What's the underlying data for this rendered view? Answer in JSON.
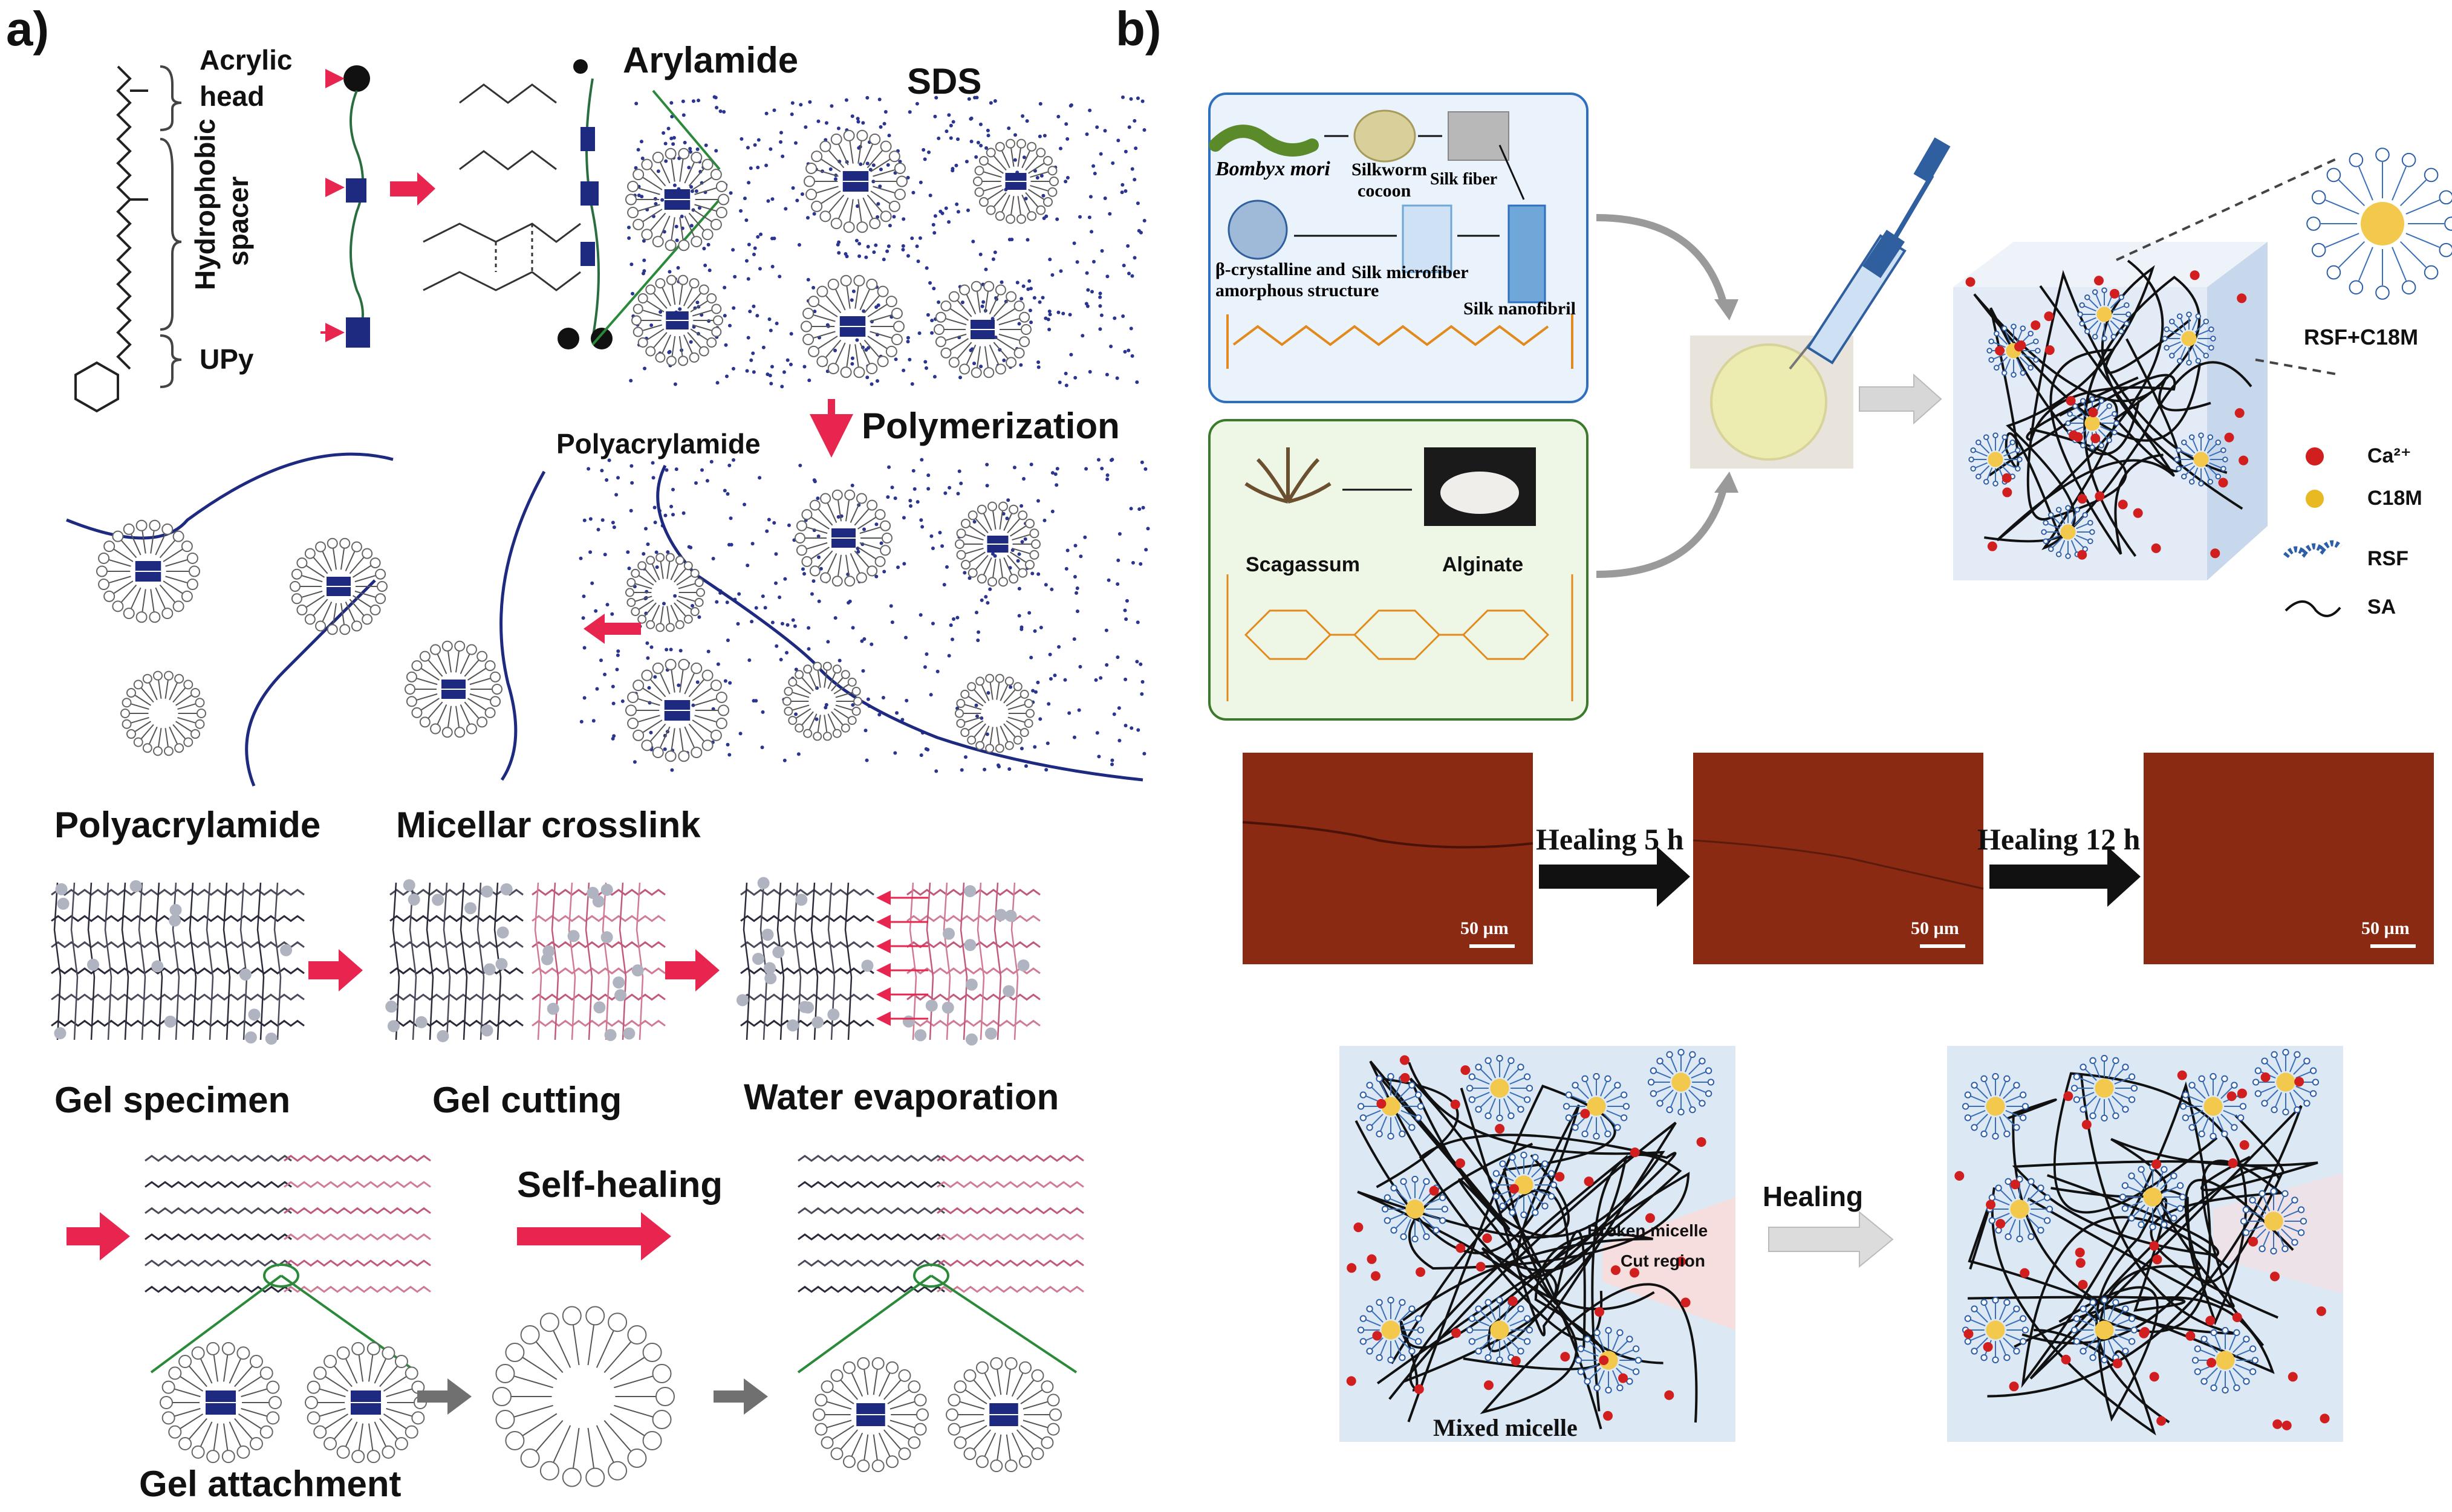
{
  "figure": {
    "panel_a": {
      "tag": "a)",
      "acrylic_head": [
        "Acrylic",
        "head"
      ],
      "hydrophobic_spacer": [
        "Hydrophobic",
        "spacer"
      ],
      "upy": "UPy",
      "arylamide": "Arylamide",
      "sds": "SDS",
      "polymerization": "Polymerization",
      "polyacrylamide_small": "Polyacrylamide",
      "polyacrylamide": "Polyacrylamide",
      "micellar_crosslink": "Micellar crosslink",
      "gel_specimen": "Gel specimen",
      "gel_cutting": "Gel cutting",
      "water_evaporation": "Water evaporation",
      "self_healing": "Self-healing",
      "gel_attachment": "Gel attachment"
    },
    "panel_b": {
      "tag": "b)",
      "silk_box": {
        "bombyx": "Bombyx mori",
        "cocoon": [
          "Silkworm",
          "cocoon"
        ],
        "silk_fiber": "Silk fiber",
        "crystalline": [
          "β-crystalline and",
          "amorphous structure"
        ],
        "microfiber": "Silk microfiber",
        "nanofibril": "Silk nanofibril"
      },
      "alginate_box": {
        "seaweed": "Scagassum",
        "alginate": "Alginate"
      },
      "micelle_label": "RSF+C18M",
      "legend": [
        {
          "label": "Ca²⁺",
          "color": "#d11f1f"
        },
        {
          "label": "C18M",
          "color": "#e8b923"
        },
        {
          "label": "RSF",
          "color": "#2d5fa8"
        },
        {
          "label": "SA",
          "color": "#111111"
        }
      ],
      "micrographs": [
        {
          "scale": "50 µm"
        },
        {
          "scale": "50 µm"
        },
        {
          "scale": "50 µm"
        }
      ],
      "healing_5h": "Healing 5 h",
      "healing_12h": "Healing 12 h",
      "broken_micelle": "Broken micelle",
      "cut_region": "Cut region",
      "mixed_micelle": "Mixed  micelle",
      "healing": "Healing"
    },
    "colors": {
      "accent_red": "#e8254f",
      "navy": "#1e2a80",
      "micrograph": "#8a2a12",
      "gel_bg": "#dce8f4"
    }
  }
}
